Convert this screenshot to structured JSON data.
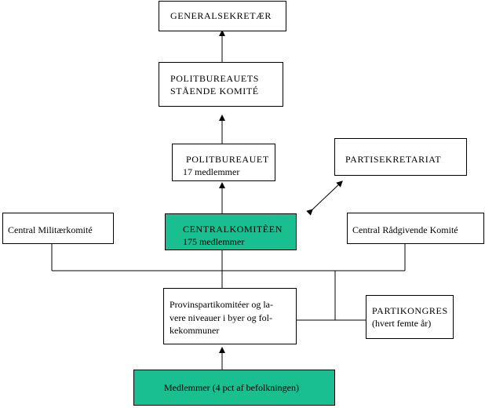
{
  "boxes": {
    "generalsekretaer": {
      "line1": "GENERALSEKRETÆR"
    },
    "staende_komite": {
      "line1": "POLITBUREAUETS",
      "line2": "STÅENDE KOMITÉ"
    },
    "politbureauet": {
      "line1": "POLITBUREAUET",
      "line2": "17 medlemmer"
    },
    "partisekretariat": {
      "line1": "PARTISEKRETARIAT"
    },
    "centralkomiteen": {
      "line1": "CENTRALKOMITÈEN",
      "line2": "175 medlemmer"
    },
    "militaerkomite": {
      "line1": "Central Militærkomité"
    },
    "raadgivende_komite": {
      "line1": "Central  Rådgivende Komité"
    },
    "provinskomiteer": {
      "line1": "Provinspartikomitéer og la-",
      "line2": "vere niveauer i byer og fol-",
      "line3": "kekommuner"
    },
    "partikongres": {
      "line1": "PARTIKONGRES",
      "line2": "(hvert femte år)"
    },
    "medlemmer": {
      "line1": "Medlemmer (4 pct af befolkningen)"
    }
  },
  "colors": {
    "highlight": "#19bf90",
    "box": "#ffffff",
    "line": "#000000"
  }
}
